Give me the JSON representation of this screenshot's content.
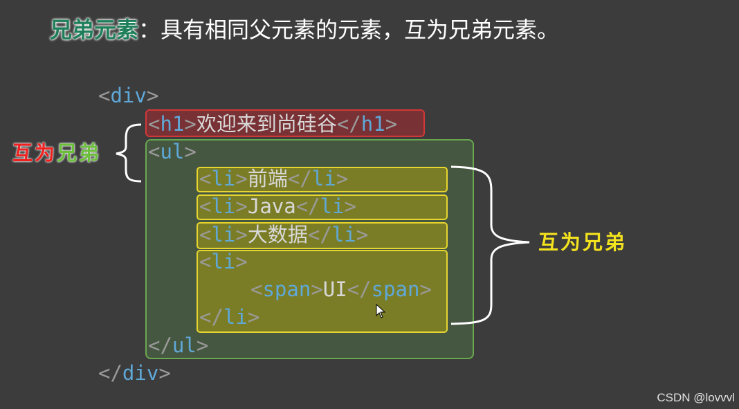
{
  "title": {
    "term": "兄弟元素",
    "rest": "：具有相同父元素的元素，互为兄弟元素。"
  },
  "code": {
    "div_open": {
      "open": "<",
      "name": "div",
      "close": ">"
    },
    "h1": {
      "open_l": "<",
      "open_name": "h1",
      "open_r": ">",
      "text": "欢迎来到尚硅谷",
      "end_l": "</",
      "end_name": "h1",
      "end_r": ">"
    },
    "ul_open": {
      "open": "<",
      "name": "ul",
      "close": ">"
    },
    "li1": {
      "open_l": "<",
      "open_name": "li",
      "open_r": ">",
      "text": "前端",
      "end_l": "</",
      "end_name": "li",
      "end_r": ">"
    },
    "li2": {
      "open_l": "<",
      "open_name": "li",
      "open_r": ">",
      "text": "Java",
      "end_l": "</",
      "end_name": "li",
      "end_r": ">"
    },
    "li3": {
      "open_l": "<",
      "open_name": "li",
      "open_r": ">",
      "text": "大数据",
      "end_l": "</",
      "end_name": "li",
      "end_r": ">"
    },
    "li4_open": {
      "open": "<",
      "name": "li",
      "close": ">"
    },
    "span": {
      "open_l": "<",
      "open_name": "span",
      "open_r": ">",
      "text": "UI",
      "end_l": "</",
      "end_name": "span",
      "end_r": ">"
    },
    "li4_close": {
      "open": "</",
      "name": "li",
      "close": ">"
    },
    "ul_close": {
      "open": "</",
      "name": "ul",
      "close": ">"
    },
    "div_close": {
      "open": "</",
      "name": "div",
      "close": ">"
    }
  },
  "labels": {
    "left_part1": "互为",
    "left_part2": "兄弟",
    "right": "互为兄弟"
  },
  "watermark": "CSDN @lovvvl",
  "colors": {
    "background": "#3c3c3c",
    "h1_highlight": "#d23838",
    "ul_highlight": "#6aa84f",
    "li_highlight": "#e8d630",
    "tag_name": "#5fa8d8"
  }
}
